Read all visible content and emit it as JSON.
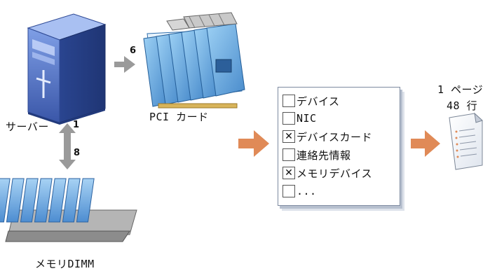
{
  "labels": {
    "server": "サーバー",
    "server_count": "1",
    "pci": "PCI カード",
    "pci_count": "6",
    "memory": "メモリDIMM",
    "memory_count": "8",
    "pages": "1 ページ",
    "rows": "48 行"
  },
  "checklist": [
    {
      "label": "デバイス",
      "checked": false
    },
    {
      "label": "NIC",
      "checked": false
    },
    {
      "label": "デバイスカード",
      "checked": true
    },
    {
      "label": "連絡先情報",
      "checked": false
    },
    {
      "label": "メモリデバイス",
      "checked": true
    },
    {
      "label": "...",
      "checked": false
    }
  ],
  "colors": {
    "connector": "#9a9a9a",
    "flow_arrow": "#e08a57",
    "server_blue": "#4d6ec4",
    "card_blue": "#6aa9dd",
    "dimm_blue": "#69a6e0"
  }
}
